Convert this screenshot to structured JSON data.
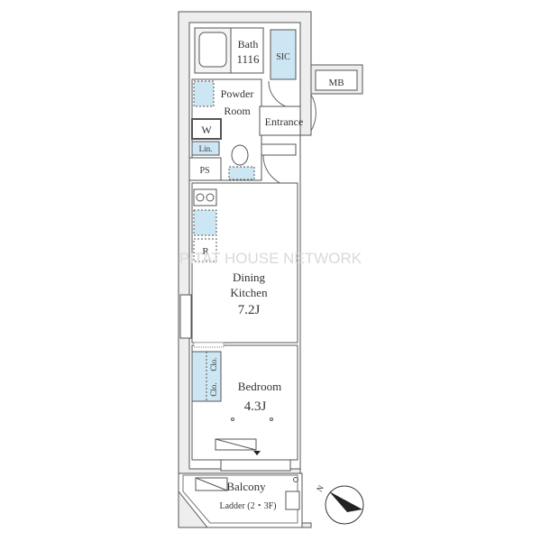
{
  "rooms": {
    "bath": "Bath",
    "bath_size": "1116",
    "sic": "SIC",
    "mb": "MB",
    "powder": "Powder",
    "powder2": "Room",
    "entrance": "Entrance",
    "w": "W",
    "lin": "Lin.",
    "ps": "PS",
    "r": "R",
    "dining": "Dining",
    "kitchen": "Kitchen",
    "dk_size": "7.2J",
    "bedroom": "Bedroom",
    "bed_size": "4.3J",
    "clo1": "Clo.",
    "clo2": "Clo.",
    "balcony": "Balcony",
    "ladder": "Ladder (2・3F)",
    "north": "N"
  },
  "watermark": "PITAT HOUSE NETWORK",
  "colors": {
    "closet": "#cde6f3",
    "wall": "#e8e8e8",
    "line": "#555555"
  }
}
